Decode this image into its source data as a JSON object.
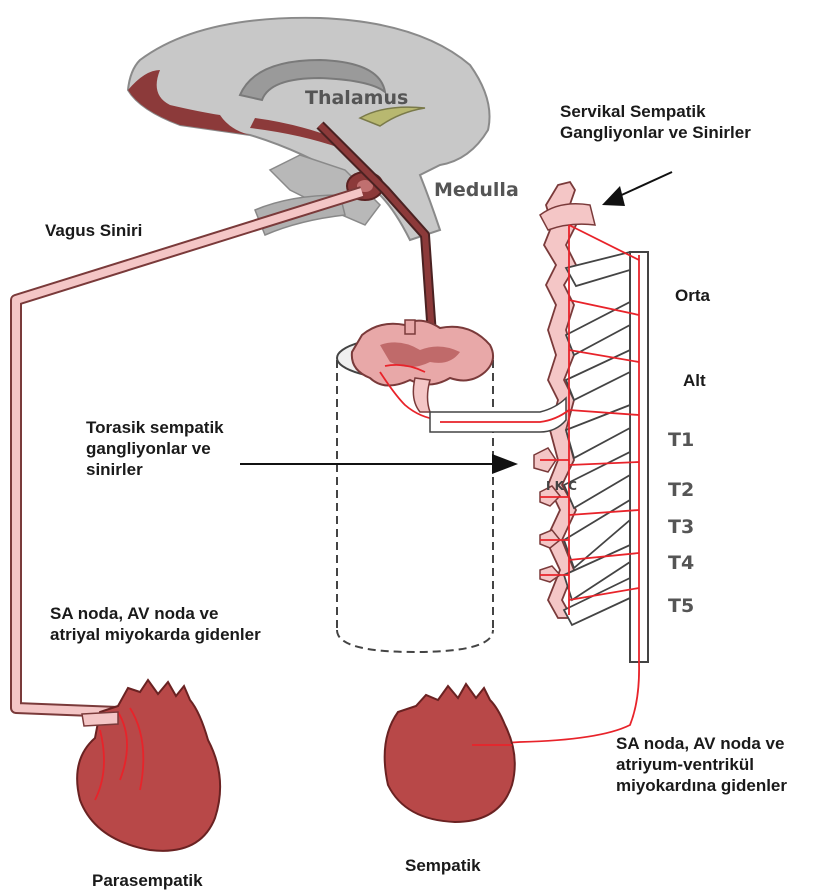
{
  "colors": {
    "brain_gray": "#c8c8c8",
    "brain_dark": "#9a9a9a",
    "brown": "#8c3a3a",
    "dark_brown": "#4a2222",
    "pink_light": "#f4c6c6",
    "pink_mid": "#e8a8a8",
    "nerve_red": "#e8232a",
    "heart": "#b84848",
    "heart_dark": "#7a2a2a",
    "thalamus_olive": "#b8b870",
    "label_gray": "#555555"
  },
  "labels": {
    "thalamus": "Thalamus",
    "medulla": "Medulla",
    "cervical": "Servikal Sempatik Gangliyonlar ve Sinirler",
    "vagus": "Vagus Siniri",
    "orta": "Orta",
    "alt": "Alt",
    "t1": "T1",
    "t2": "T2",
    "t3": "T3",
    "t4": "T4",
    "t5": "T5",
    "thoracic": "Torasik sempatik gangliyonlar ve sinirler",
    "para_targets": "SA noda, AV noda ve atriyal miyokarda gidenler",
    "symp_targets": "SA noda, AV noda ve atriyum-ventrikül miyokardına gidenler",
    "parasympathetic": "Parasempatik",
    "sympathetic": "Sempatik",
    "spinal_mark": "I K C"
  }
}
